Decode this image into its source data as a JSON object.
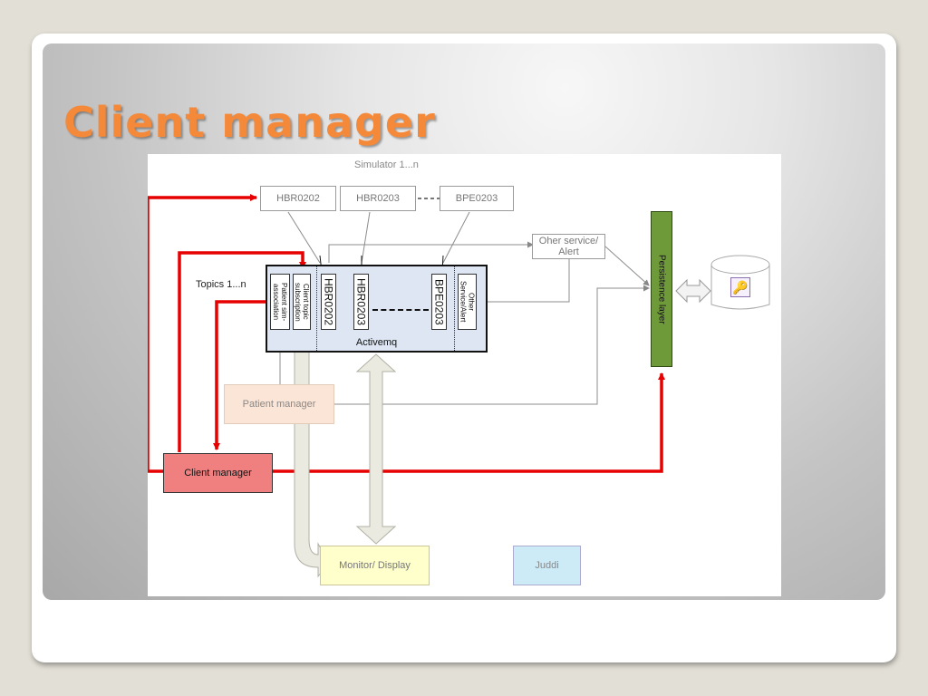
{
  "slide": {
    "title": "Client manager"
  },
  "diagram": {
    "simulator_label": "Simulator 1...n",
    "simulators": [
      "HBR0202",
      "HBR0203",
      "BPE0203"
    ],
    "other_service": "Oher service/ Alert",
    "topics_label": "Topics 1...n",
    "activemq": {
      "label": "Activemq",
      "queues": {
        "patient_association": "Patient sim-association",
        "client_subscription": "Client topic subscription",
        "hbr0202": "HBR0202",
        "hbr0203": "HBR0203",
        "bpe0203": "BPE0203",
        "other_alert": "Other Service/Alert"
      }
    },
    "persistence_layer": "Persistence layer",
    "patient_manager": "Patient manager",
    "client_manager": "Client manager",
    "monitor_display": "Monitor/ Display",
    "juddi": "Juddi",
    "colors": {
      "highlight_arrow": "#e60000",
      "client_manager_fill": "#f08080",
      "patient_manager_fill": "#fbe5d6",
      "monitor_fill": "#ffffcc",
      "juddi_fill": "#cdeaf7",
      "activemq_fill": "#dde6f2",
      "persistence_fill": "#6e9a3a"
    }
  }
}
